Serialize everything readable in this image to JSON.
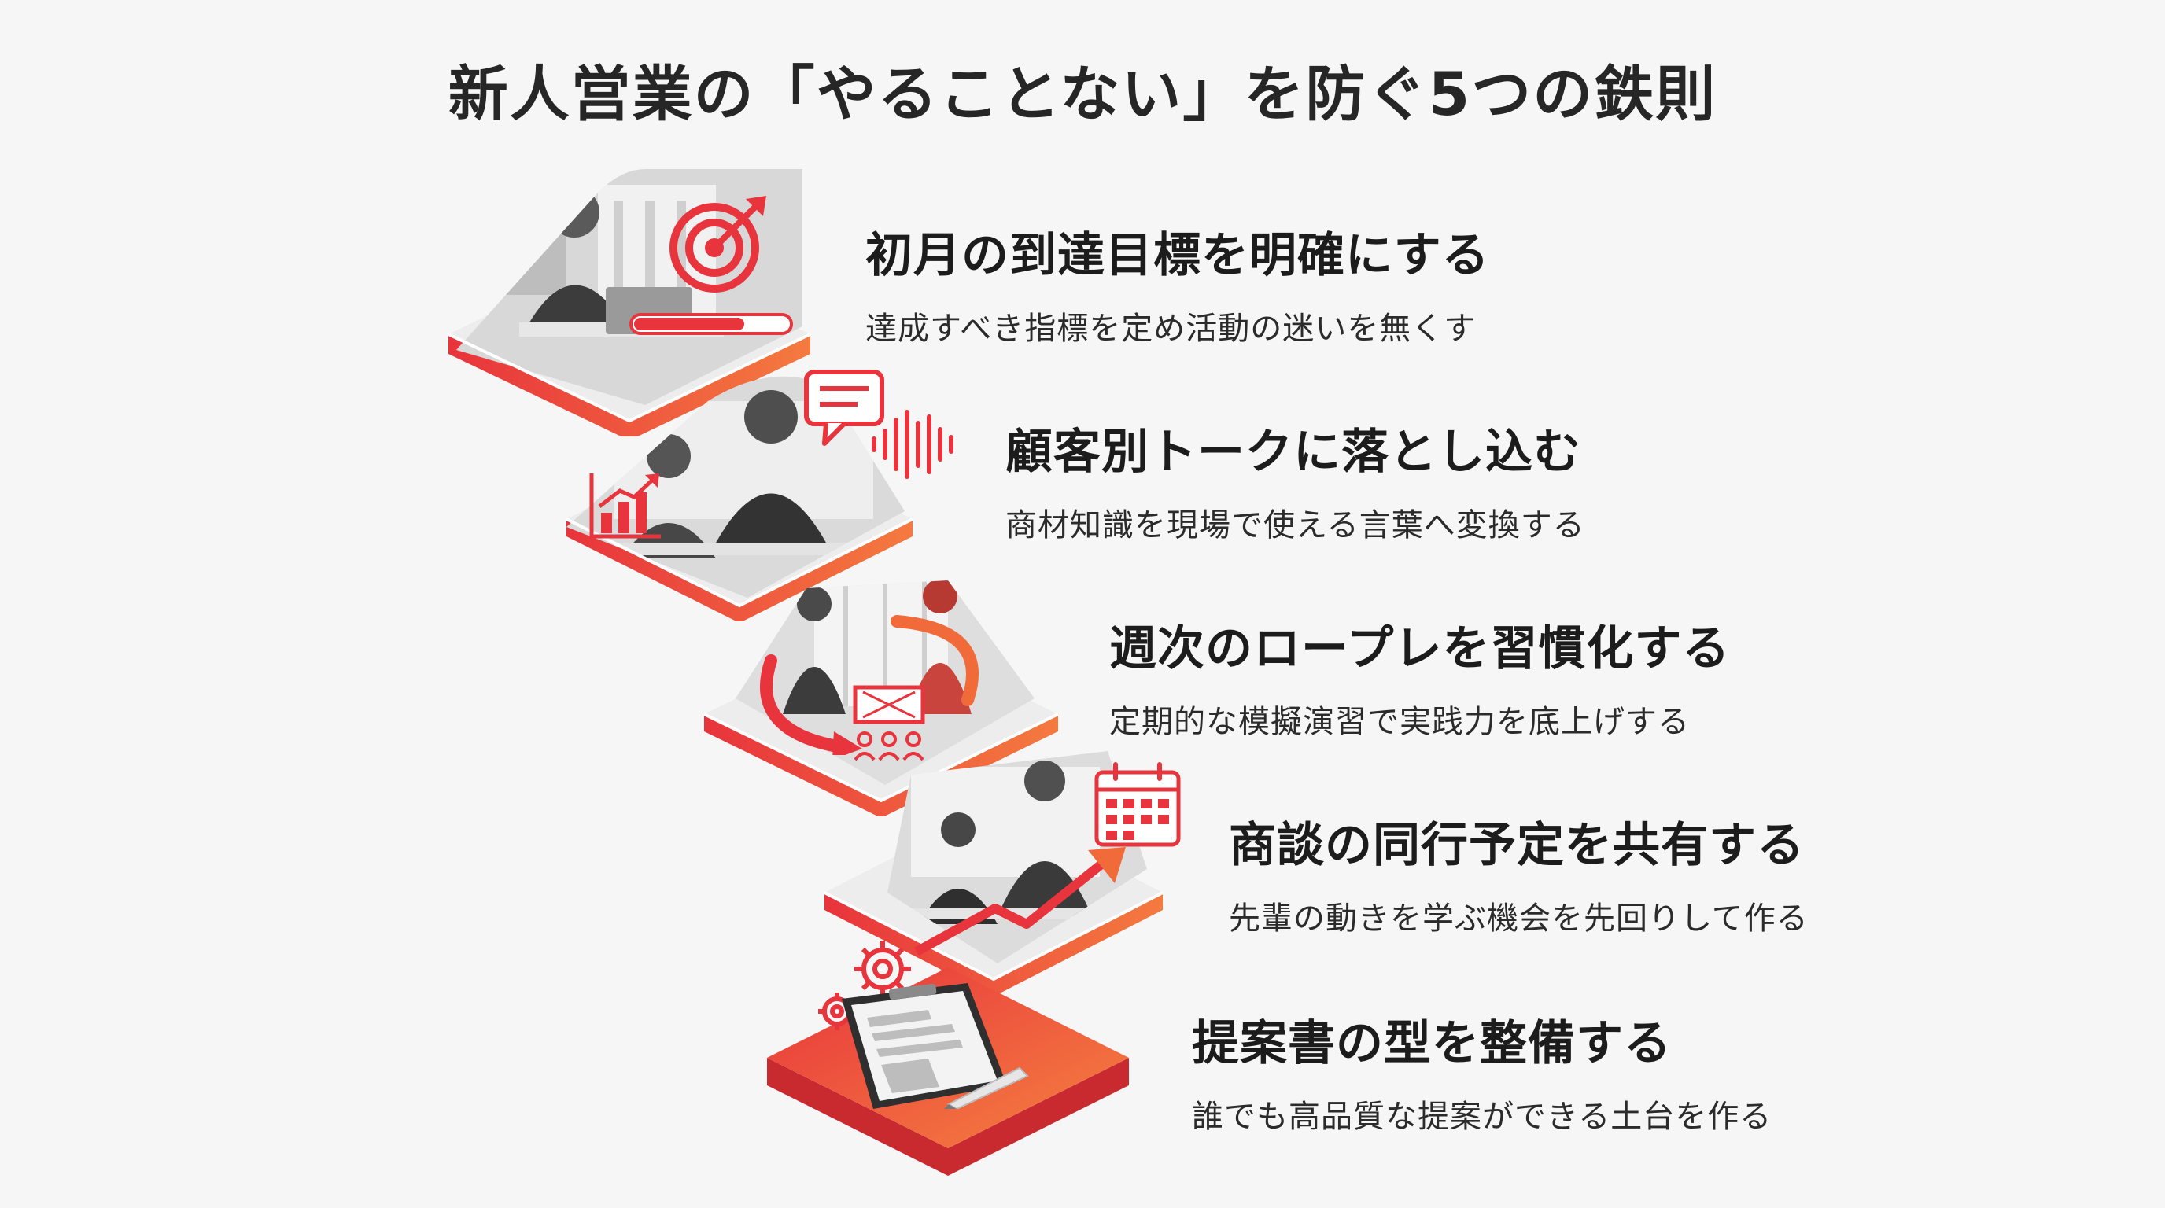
{
  "title": "新人営業の「やることない」を防ぐ5つの鉄則",
  "colors": {
    "accent_red": "#e8343c",
    "accent_orange": "#f06a3a",
    "text_dark": "#1c1c1c",
    "background": "#f6f6f7"
  },
  "steps": [
    {
      "heading": "初月の到達目標を明確にする",
      "description": "達成すべき指標を定め活動の迷いを無くす",
      "icons": [
        "target-icon",
        "progress-bar-icon"
      ]
    },
    {
      "heading": "顧客別トークに落とし込む",
      "description": "商材知識を現場で使える言葉へ変換する",
      "icons": [
        "speech-bubble-icon",
        "sound-wave-icon",
        "bar-chart-icon"
      ]
    },
    {
      "heading": "週次のロープレを習慣化する",
      "description": "定期的な模擬演習で実践力を底上げする",
      "icons": [
        "cycle-arrow-icon",
        "audience-icon"
      ]
    },
    {
      "heading": "商談の同行予定を共有する",
      "description": "先輩の動きを学ぶ機会を先回りして作る",
      "icons": [
        "calendar-icon",
        "growth-arrow-icon"
      ]
    },
    {
      "heading": "提案書の型を整備する",
      "description": "誰でも高品質な提案ができる土台を作る",
      "icons": [
        "gear-icon",
        "tablet-document-icon",
        "pen-icon"
      ]
    }
  ]
}
